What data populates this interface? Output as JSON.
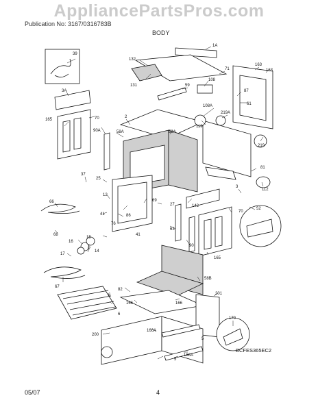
{
  "header": {
    "publication": "Publication No: 3167/0316783B",
    "section": "BODY"
  },
  "watermark": "AppliancePartsPros.com",
  "footer": {
    "date": "05/07",
    "page": "4"
  },
  "diagram_code": "BCFES365EC2",
  "callouts": [
    "1A",
    "132",
    "71",
    "163",
    "163",
    "39",
    "87",
    "131",
    "59",
    "108",
    "3A",
    "108A",
    "61",
    "219A",
    "70",
    "119",
    "165",
    "2",
    "58A",
    "59A",
    "219",
    "90A",
    "81",
    "37",
    "25",
    "3",
    "12",
    "112",
    "69",
    "27",
    "142",
    "86",
    "41",
    "76",
    "52",
    "66",
    "63",
    "70",
    "41",
    "68",
    "16",
    "90",
    "165",
    "15",
    "14",
    "17",
    "58B",
    "67",
    "82",
    "6",
    "166",
    "166",
    "6",
    "201",
    "170",
    "200",
    "166A",
    "166A",
    "5",
    "5"
  ]
}
